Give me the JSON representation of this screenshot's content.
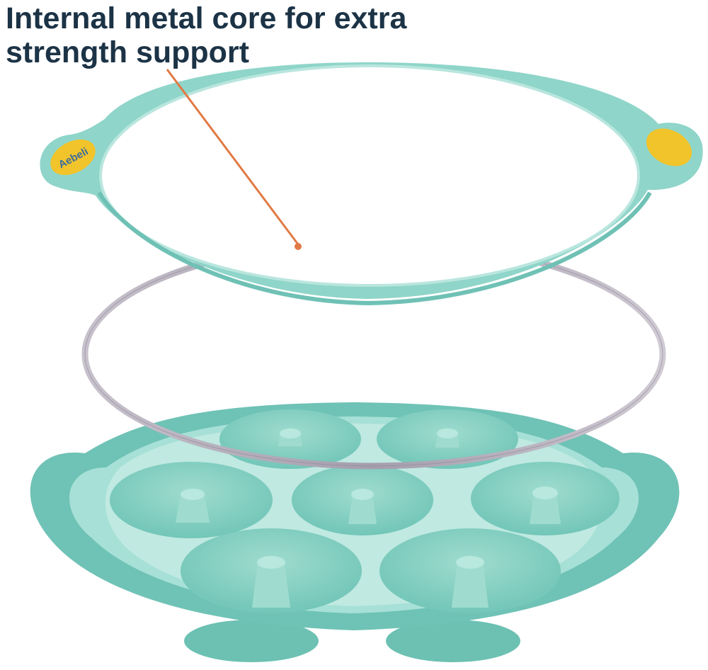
{
  "annotation": {
    "line1": "Internal metal core for extra",
    "line2": "strength support"
  },
  "brand_logo_text": "Aebeli",
  "colors": {
    "headline": "#1c3346",
    "leader_line": "#e07a45",
    "silicone": "#8fd5c9",
    "silicone_dark": "#6fc1b5",
    "silicone_light": "#b9e6de",
    "metal": "#b4aebb",
    "grip": "#f1c42b"
  }
}
